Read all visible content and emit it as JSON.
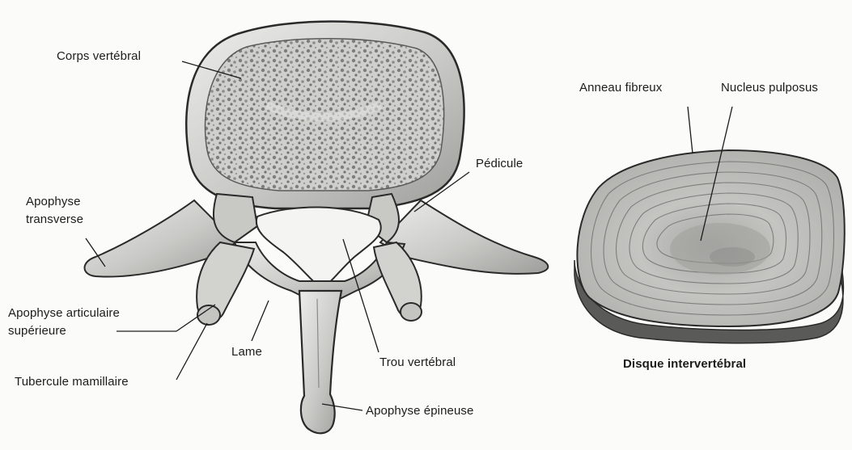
{
  "labels": {
    "corps_vertebral": "Corps vertébral",
    "pedicule": "Pédicule",
    "apophyse_transverse_l1": "Apophyse",
    "apophyse_transverse_l2": "transverse",
    "apophyse_articulaire_l1": "Apophyse articulaire",
    "apophyse_articulaire_l2": "supérieure",
    "lame": "Lame",
    "tubercule_mamillaire": "Tubercule mamillaire",
    "trou_vertebral": "Trou  vertébral",
    "apophyse_epineuse": "Apophyse épineuse",
    "anneau_fibreux": "Anneau fibreux",
    "nucleus_pulposus": "Nucleus pulposus",
    "disque_caption": "Disque intervertébral"
  },
  "colors": {
    "bone_fill": "#d9d9d6",
    "bone_shadow": "#8a8a88",
    "outline": "#2a2a2a",
    "leader": "#1c1c1c",
    "background": "#fbfbfa"
  }
}
